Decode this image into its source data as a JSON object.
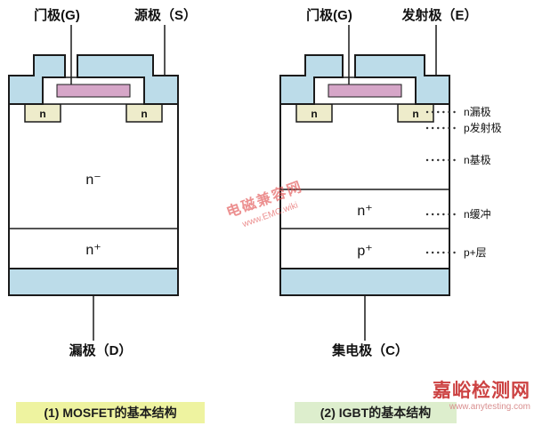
{
  "colors": {
    "metal_blue": "#bcdce9",
    "gate_pink": "#d6a6c8",
    "n_well_yellow": "#eeeccb",
    "outline": "#1b1b1b",
    "caption_highlight_left": "#eef3a0",
    "caption_highlight_right": "#ddeecd",
    "watermark_red": "#e25555",
    "corner_red": "#c62828"
  },
  "mosfet": {
    "gate_label": "门极(G)",
    "source_label": "源极（S）",
    "drain_label": "漏极（D）",
    "nwell_left": "n",
    "nwell_right": "n",
    "region_minus": "n⁻",
    "region_plus": "n⁺",
    "caption": "(1) MOSFET的基本结构"
  },
  "igbt": {
    "gate_label": "门极(G)",
    "emitter_label": "发射极（E）",
    "collector_label": "集电极（C）",
    "nwell_left": "n",
    "nwell_right": "n",
    "region_nplus": "n⁺",
    "region_pplus": "p⁺",
    "caption": "(2) IGBT的基本结构",
    "annotations": [
      {
        "label": "n漏极"
      },
      {
        "label": "p发射极"
      },
      {
        "label": "n基极"
      },
      {
        "label": "n缓冲"
      },
      {
        "label": "p+层"
      }
    ]
  },
  "watermark_center": {
    "line1": "电磁兼容网",
    "line2": "www.EMC.wiki"
  },
  "watermark_corner": {
    "line1": "嘉峪检测网",
    "line2": "www.anytesting.com"
  }
}
